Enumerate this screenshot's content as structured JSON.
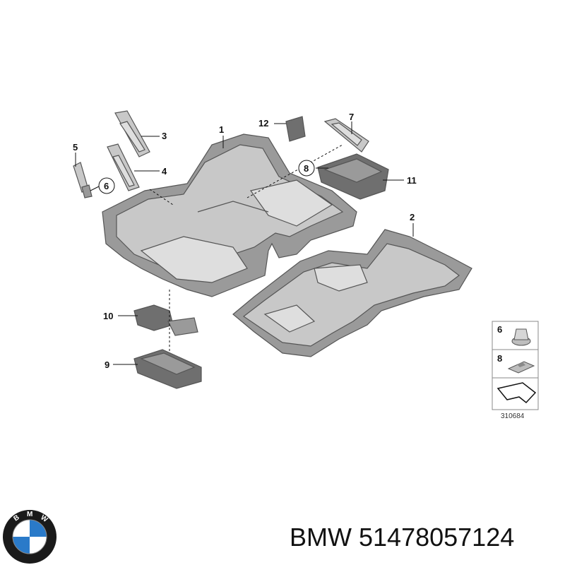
{
  "callouts": {
    "c1": "1",
    "c2": "2",
    "c3": "3",
    "c4": "4",
    "c5": "5",
    "c6": "6",
    "c7": "7",
    "c8": "8",
    "c9": "9",
    "c10": "10",
    "c11": "11",
    "c12": "12"
  },
  "legend": {
    "item6": "6",
    "item8": "8",
    "code": "310684"
  },
  "logo": {
    "text": "BMW",
    "colors": {
      "ring": "#1a1a1a",
      "blue": "#2a7ac9",
      "white": "#ffffff"
    }
  },
  "caption": {
    "brand": "BMW",
    "part_number": "51478057124"
  }
}
